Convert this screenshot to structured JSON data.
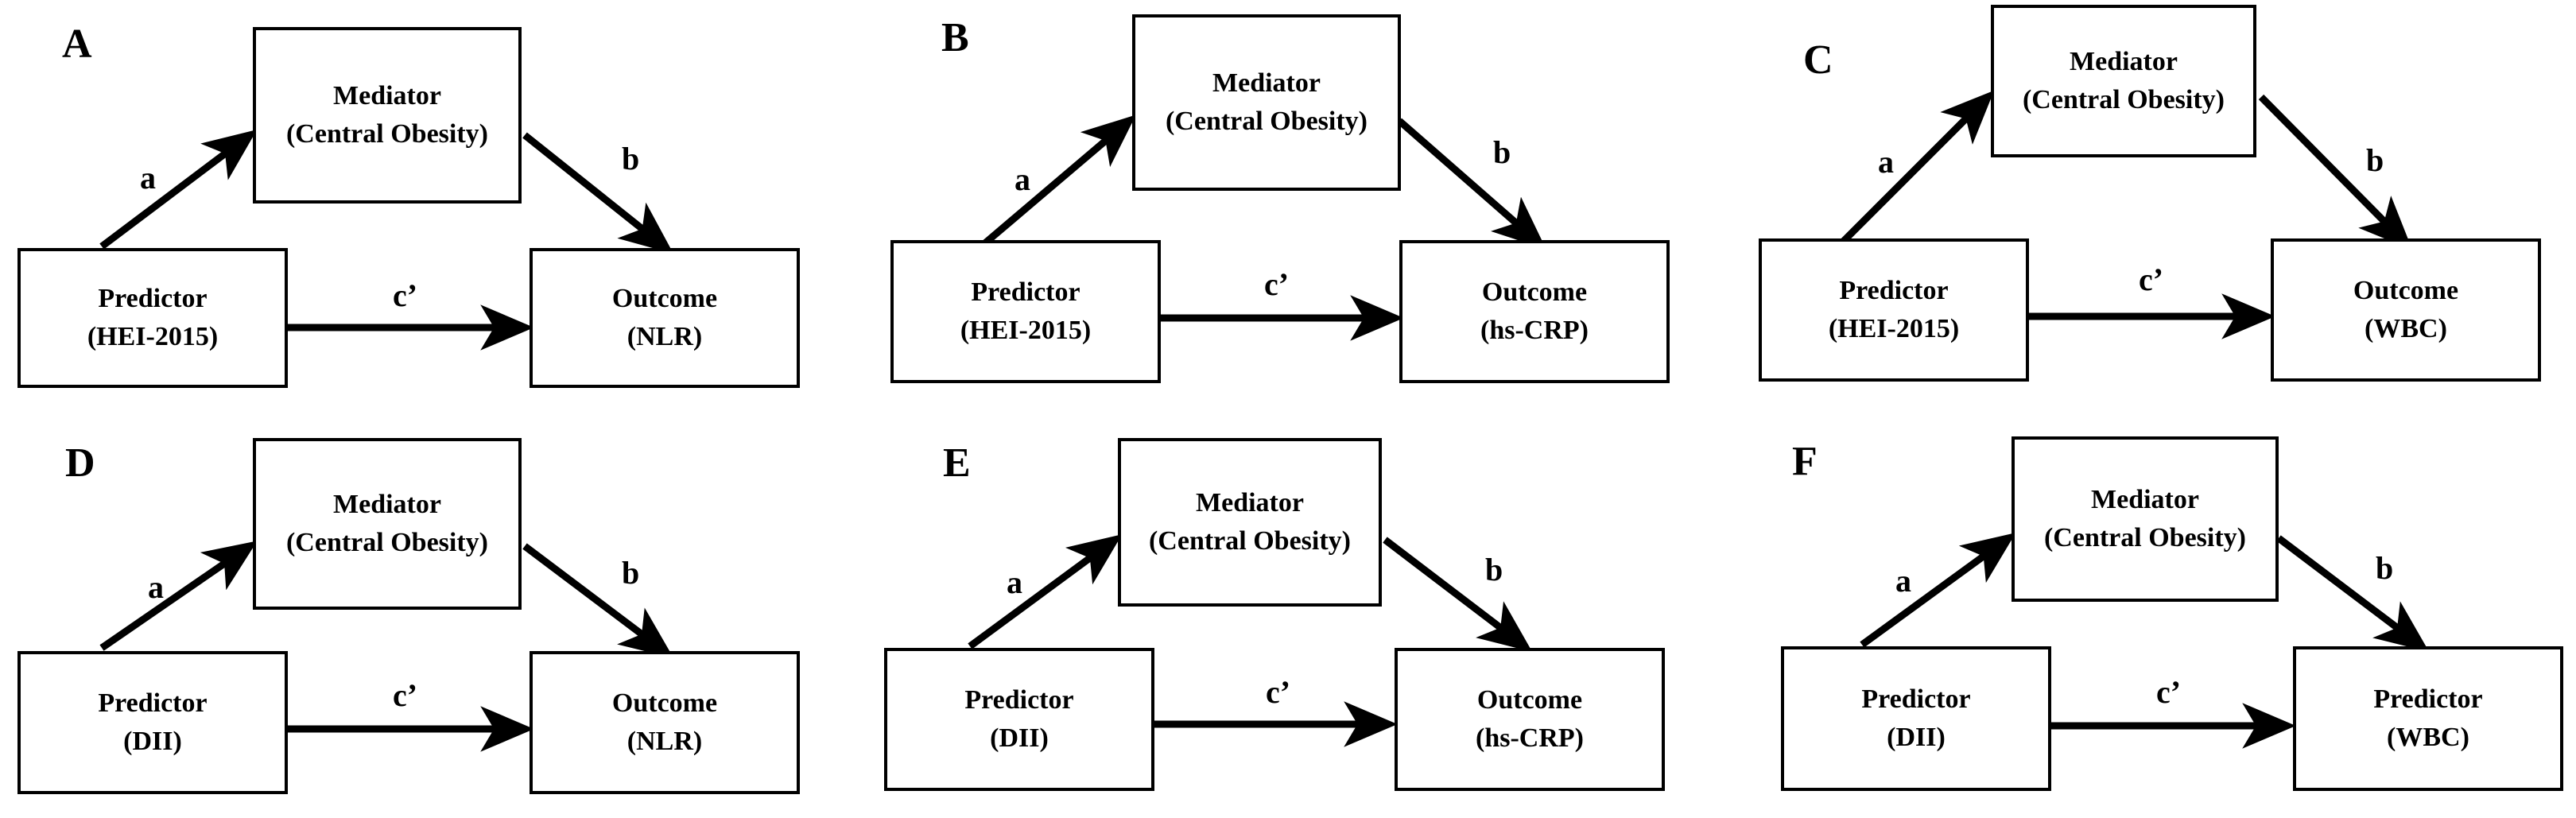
{
  "figure": {
    "background_color": "#ffffff",
    "ink_color": "#000000",
    "layout": "2 rows x 3 columns of mediation path diagrams"
  },
  "labels": {
    "mediator_title": "Mediator",
    "mediator_sub": "(Central Obesity)",
    "predictor_title": "Predictor",
    "outcome_title": "Outcome",
    "path_a": "a",
    "path_b": "b",
    "path_c_prime": "c’"
  },
  "panels": [
    {
      "letter": "A",
      "mediator": {
        "title": "Mediator",
        "sub": "(Central Obesity)"
      },
      "predictor": {
        "title": "Predictor",
        "sub": "(HEI-2015)"
      },
      "outcome": {
        "title": "Outcome",
        "sub": "(NLR)"
      },
      "paths": {
        "a": "a",
        "b": "b",
        "c_prime": "c’"
      }
    },
    {
      "letter": "B",
      "mediator": {
        "title": "Mediator",
        "sub": "(Central Obesity)"
      },
      "predictor": {
        "title": "Predictor",
        "sub": "(HEI-2015)"
      },
      "outcome": {
        "title": "Outcome",
        "sub": "(hs-CRP)"
      },
      "paths": {
        "a": "a",
        "b": "b",
        "c_prime": "c’"
      }
    },
    {
      "letter": "C",
      "mediator": {
        "title": "Mediator",
        "sub": "(Central Obesity)"
      },
      "predictor": {
        "title": "Predictor",
        "sub": "(HEI-2015)"
      },
      "outcome": {
        "title": "Outcome",
        "sub": "(WBC)"
      },
      "paths": {
        "a": "a",
        "b": "b",
        "c_prime": "c’"
      }
    },
    {
      "letter": "D",
      "mediator": {
        "title": "Mediator",
        "sub": "(Central Obesity)"
      },
      "predictor": {
        "title": "Predictor",
        "sub": "(DII)"
      },
      "outcome": {
        "title": "Outcome",
        "sub": "(NLR)"
      },
      "paths": {
        "a": "a",
        "b": "b",
        "c_prime": "c’"
      }
    },
    {
      "letter": "E",
      "mediator": {
        "title": "Mediator",
        "sub": "(Central Obesity)"
      },
      "predictor": {
        "title": "Predictor",
        "sub": "(DII)"
      },
      "outcome": {
        "title": "Outcome",
        "sub": "(hs-CRP)"
      },
      "paths": {
        "a": "a",
        "b": "b",
        "c_prime": "c’"
      }
    },
    {
      "letter": "F",
      "mediator": {
        "title": "Mediator",
        "sub": "(Central Obesity)"
      },
      "predictor": {
        "title": "Predictor",
        "sub": "(DII)"
      },
      "outcome": {
        "title": "Predictor",
        "sub": "(WBC)"
      },
      "paths": {
        "a": "a",
        "b": "b",
        "c_prime": "c’"
      }
    }
  ]
}
